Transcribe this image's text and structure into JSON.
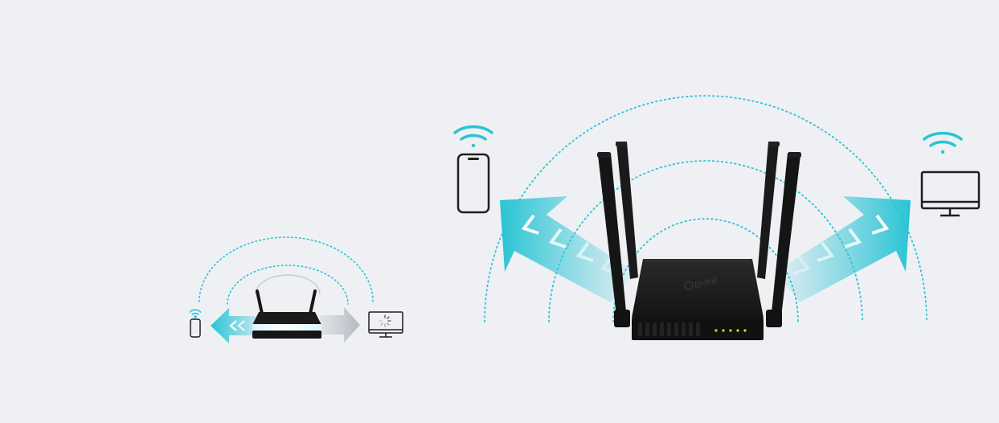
{
  "colors": {
    "background": "#eef0f4",
    "accent": "#29c4d4",
    "accent_light": "#bfeef3",
    "device_outline": "#1f1f1f",
    "router_body": "#161616",
    "led": "#e8d23a",
    "legacy_arrow": "#bfc3c8"
  },
  "icons": {
    "small_phone": "smartphone-icon",
    "small_monitor": "monitor-icon",
    "small_loading": "loading-spinner-icon",
    "large_phone": "smartphone-icon",
    "large_monitor": "monitor-icon",
    "wifi": "wifi-signal-icon"
  },
  "router": {
    "logo": "tp-link",
    "antenna_count": 4,
    "led_count": 5
  },
  "legacy_router": {
    "antenna_count": 2
  }
}
